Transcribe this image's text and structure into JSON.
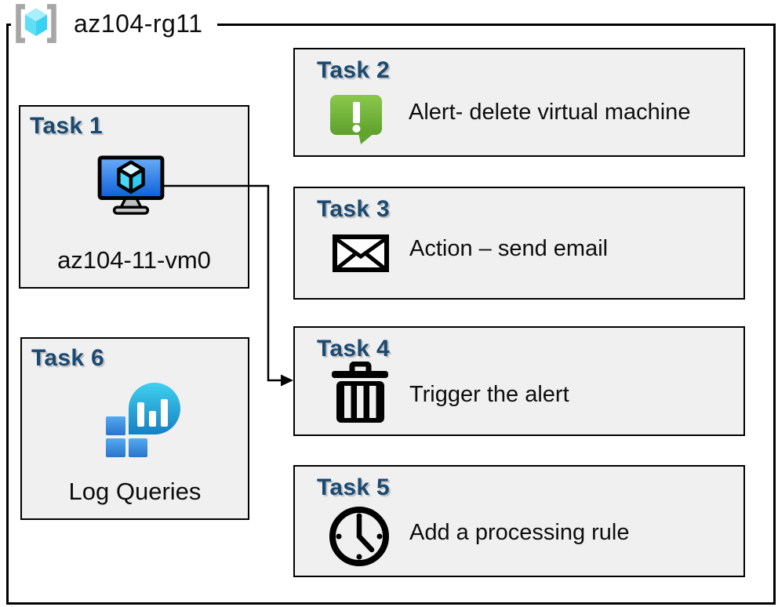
{
  "title": {
    "text": "az104-rg11",
    "icon": "resource-group-icon"
  },
  "colors": {
    "heading_blue": "#1a4a72",
    "box_background": "#f0f0f0",
    "border": "#000000",
    "alert_green": "#6cb33c",
    "vm_screen_blue": "#1d6fd6",
    "log_teal": "#29b6e8",
    "log_square_blue": "#3b8de0",
    "rg_cube_cyan": "#50dcf4"
  },
  "tasks": [
    {
      "heading": "Task 1",
      "label": "az104-11-vm0",
      "icon": "virtual-machine-icon"
    },
    {
      "heading": "Task 2",
      "label": "Alert- delete virtual machine",
      "icon": "alert-message-icon"
    },
    {
      "heading": "Task 3",
      "label": "Action – send email",
      "icon": "email-envelope-icon"
    },
    {
      "heading": "Task 4",
      "label": "Trigger the alert",
      "icon": "trash-delete-icon"
    },
    {
      "heading": "Task 5",
      "label": "Add a processing rule",
      "icon": "clock-icon"
    },
    {
      "heading": "Task 6",
      "label": "Log Queries",
      "icon": "log-queries-icon"
    }
  ],
  "connector": {
    "from": "virtual-machine",
    "to": "Task 4"
  }
}
